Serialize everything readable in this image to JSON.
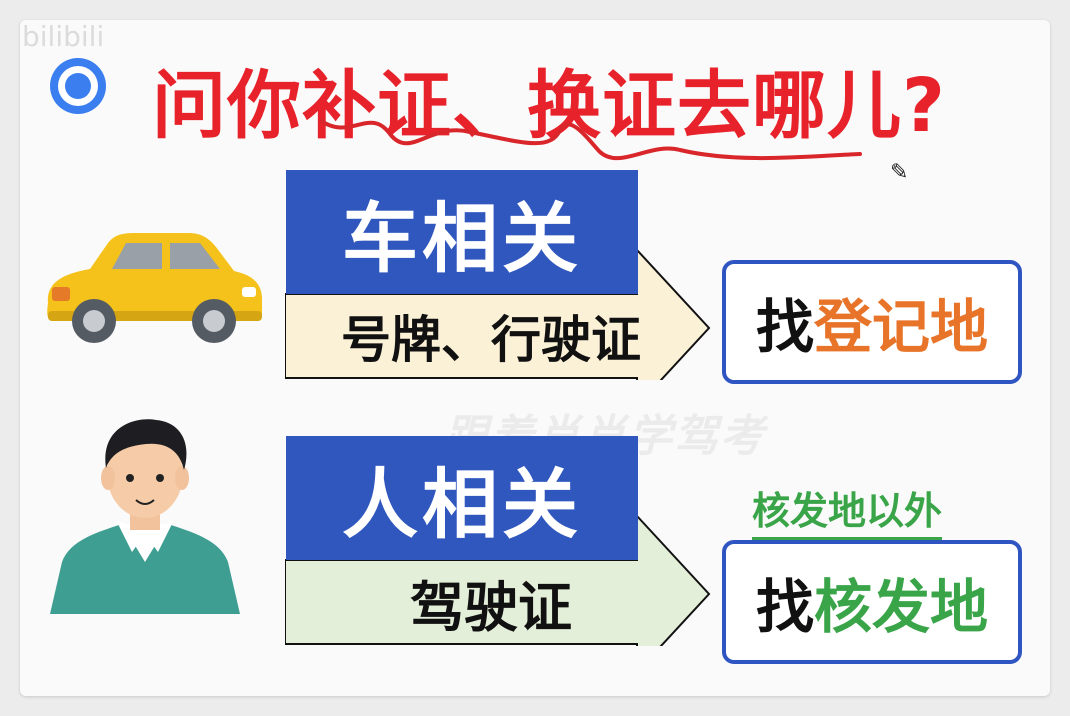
{
  "title": "问你补证、换证去哪儿?",
  "corner_watermark": "bilibili",
  "watermark": "跟着肖肖学驾考",
  "rows": [
    {
      "category": "车相关",
      "items": "号牌、行驶证",
      "result_prefix": "找",
      "result_highlight": "登记地",
      "highlight_color": "#e8742a",
      "arrow_fill": "#fbf1d6"
    },
    {
      "category": "人相关",
      "items": "驾驶证",
      "result_prefix": "找",
      "result_highlight": "核发地",
      "highlight_color": "#3aa548",
      "arrow_fill": "#e4efd9",
      "note": "核发地以外"
    }
  ],
  "colors": {
    "title": "#e8222b",
    "category_box": "#3057be",
    "result_border": "#2f55c2"
  },
  "icons": [
    "target-icon",
    "edit-icon",
    "car-illustration",
    "person-illustration"
  ]
}
